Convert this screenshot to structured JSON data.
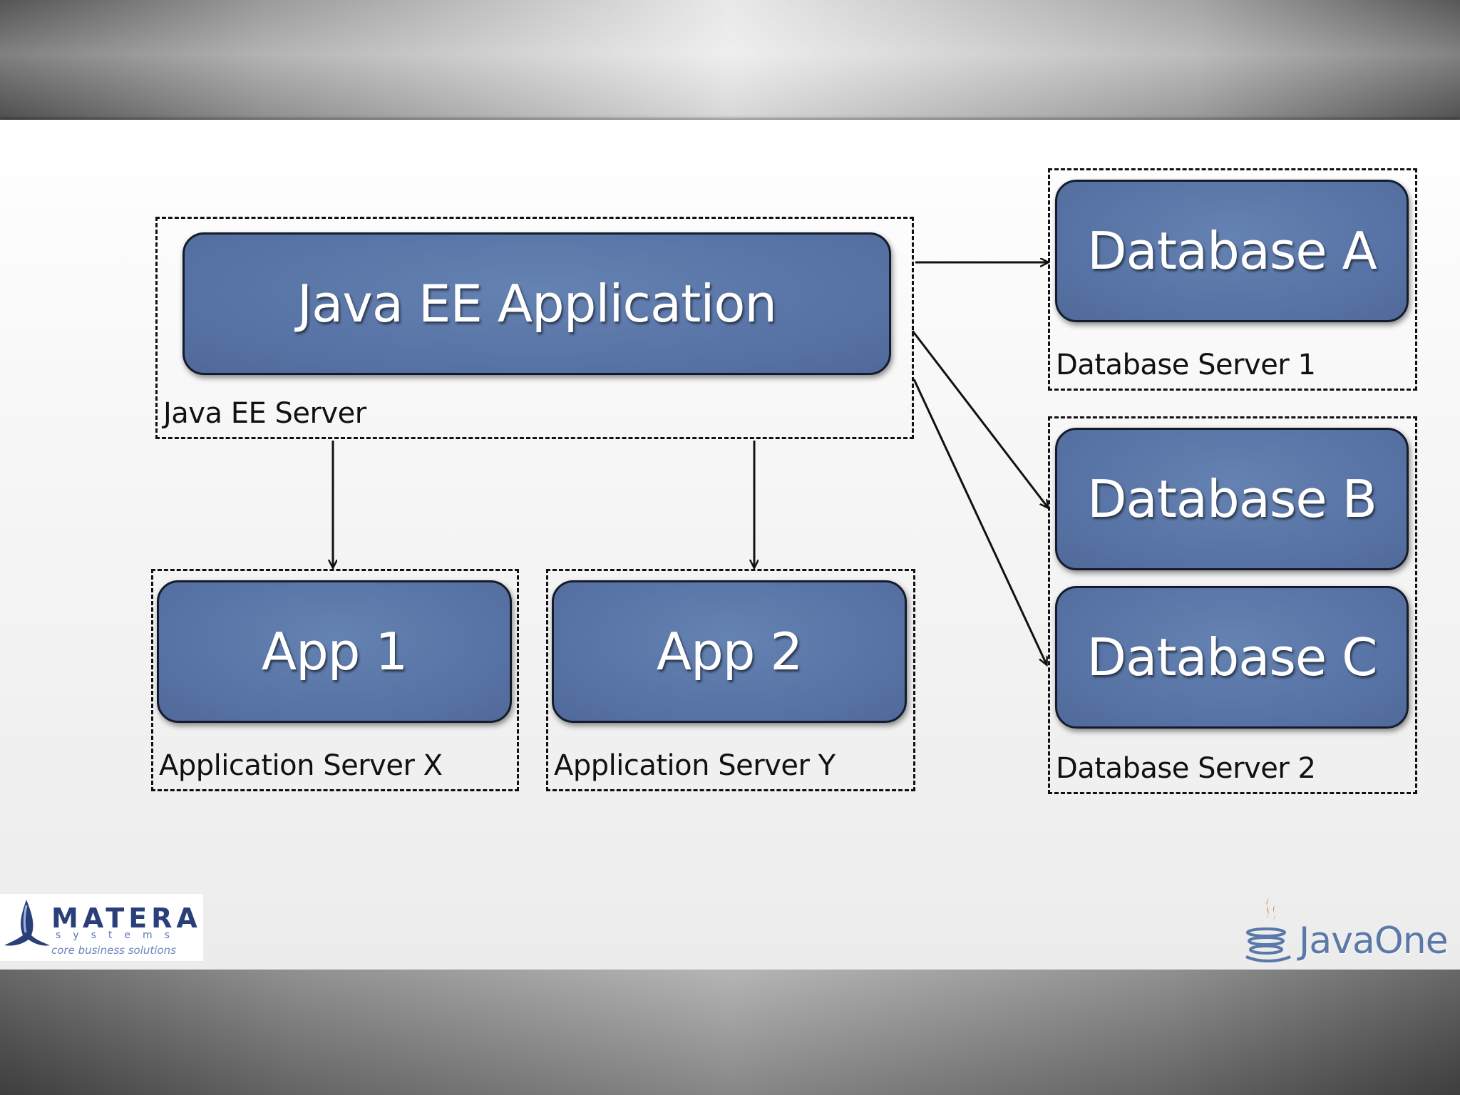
{
  "application": {
    "label": "Java EE Application",
    "server_label": "Java EE Server"
  },
  "apps": [
    {
      "label": "App 1",
      "server_label": "Application Server X"
    },
    {
      "label": "App 2",
      "server_label": "Application Server Y"
    }
  ],
  "databases": [
    {
      "label": "Database A"
    },
    {
      "label": "Database B"
    },
    {
      "label": "Database C"
    }
  ],
  "database_servers": [
    {
      "label": "Database Server 1"
    },
    {
      "label": "Database Server 2"
    }
  ],
  "logos": {
    "left": {
      "name": "MATERA",
      "sub": "systems",
      "tagline": "core business solutions"
    },
    "right": {
      "name": "JavaOne"
    }
  },
  "colors": {
    "component_fill": "#5874a6",
    "component_text": "#ffffff",
    "connector": "#111111"
  }
}
